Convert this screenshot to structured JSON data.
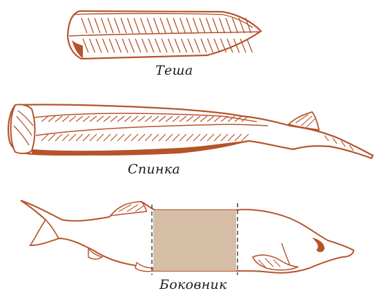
{
  "colors": {
    "ink": "#b5532b",
    "fill_light": "#ffffff",
    "highlight": "#d6bda6",
    "caption": "#1a1a1a"
  },
  "captions": {
    "tesha": "Теша",
    "spinka": "Спинка",
    "bokovnik": "Боковник"
  }
}
